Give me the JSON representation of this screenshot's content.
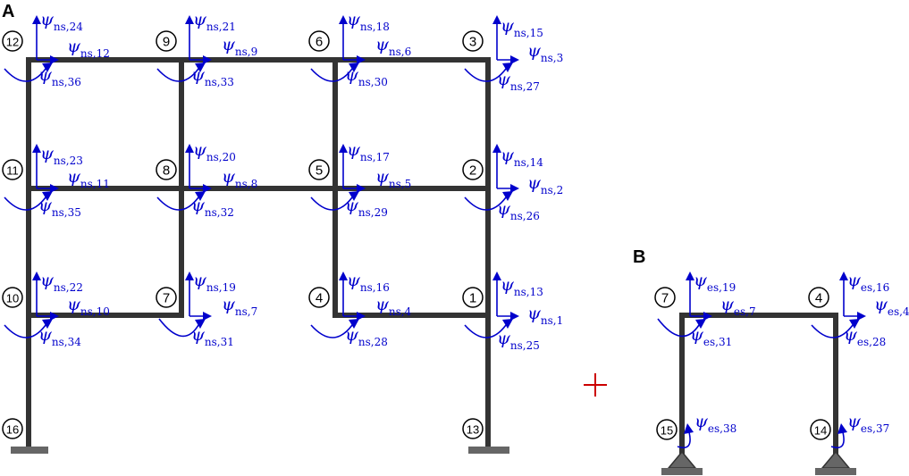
{
  "panels": [
    {
      "label": "A",
      "nodes": [
        "1",
        "2",
        "3",
        "4",
        "5",
        "6",
        "7",
        "8",
        "9",
        "10",
        "11",
        "12",
        "13",
        "16"
      ],
      "dofs": [
        {
          "sym": "ψ",
          "sub": "ns,1"
        },
        {
          "sym": "ψ",
          "sub": "ns,2"
        },
        {
          "sym": "ψ",
          "sub": "ns,3"
        },
        {
          "sym": "ψ",
          "sub": "ns,4"
        },
        {
          "sym": "ψ",
          "sub": "ns,5"
        },
        {
          "sym": "ψ",
          "sub": "ns,6"
        },
        {
          "sym": "ψ",
          "sub": "ns,7"
        },
        {
          "sym": "ψ",
          "sub": "ns,8"
        },
        {
          "sym": "ψ",
          "sub": "ns,9"
        },
        {
          "sym": "ψ",
          "sub": "ns,10"
        },
        {
          "sym": "ψ",
          "sub": "ns,11"
        },
        {
          "sym": "ψ",
          "sub": "ns,12"
        },
        {
          "sym": "ψ",
          "sub": "ns,13"
        },
        {
          "sym": "ψ",
          "sub": "ns,14"
        },
        {
          "sym": "ψ",
          "sub": "ns,15"
        },
        {
          "sym": "ψ",
          "sub": "ns,16"
        },
        {
          "sym": "ψ",
          "sub": "ns,17"
        },
        {
          "sym": "ψ",
          "sub": "ns,18"
        },
        {
          "sym": "ψ",
          "sub": "ns,19"
        },
        {
          "sym": "ψ",
          "sub": "ns,20"
        },
        {
          "sym": "ψ",
          "sub": "ns,21"
        },
        {
          "sym": "ψ",
          "sub": "ns,22"
        },
        {
          "sym": "ψ",
          "sub": "ns,23"
        },
        {
          "sym": "ψ",
          "sub": "ns,24"
        },
        {
          "sym": "ψ",
          "sub": "ns,25"
        },
        {
          "sym": "ψ",
          "sub": "ns,26"
        },
        {
          "sym": "ψ",
          "sub": "ns,27"
        },
        {
          "sym": "ψ",
          "sub": "ns,28"
        },
        {
          "sym": "ψ",
          "sub": "ns,29"
        },
        {
          "sym": "ψ",
          "sub": "ns,30"
        },
        {
          "sym": "ψ",
          "sub": "ns,31"
        },
        {
          "sym": "ψ",
          "sub": "ns,32"
        },
        {
          "sym": "ψ",
          "sub": "ns,33"
        },
        {
          "sym": "ψ",
          "sub": "ns,34"
        },
        {
          "sym": "ψ",
          "sub": "ns,35"
        },
        {
          "sym": "ψ",
          "sub": "ns,36"
        }
      ]
    },
    {
      "label": "B",
      "nodes": [
        "7",
        "4",
        "15",
        "14"
      ],
      "dofs": [
        {
          "sym": "ψ",
          "sub": "es,19"
        },
        {
          "sym": "ψ",
          "sub": "es,7"
        },
        {
          "sym": "ψ",
          "sub": "es,31"
        },
        {
          "sym": "ψ",
          "sub": "es,16"
        },
        {
          "sym": "ψ",
          "sub": "es,4"
        },
        {
          "sym": "ψ",
          "sub": "es,28"
        },
        {
          "sym": "ψ",
          "sub": "es,38"
        },
        {
          "sym": "ψ",
          "sub": "es,37"
        }
      ]
    }
  ],
  "colors": {
    "frame": "#333333",
    "dof": "#0000cc",
    "plus": "#cc0000",
    "support": "#666666"
  }
}
